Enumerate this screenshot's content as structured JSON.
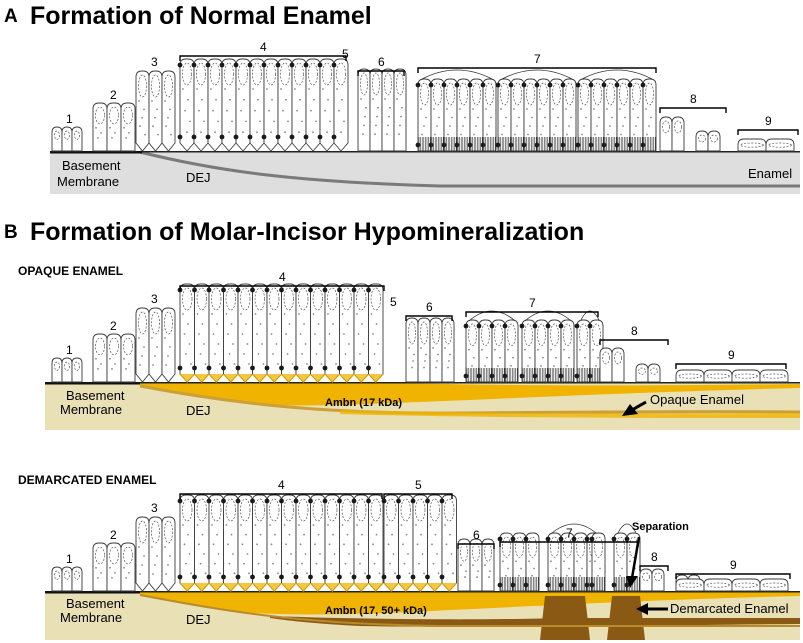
{
  "panels": [
    {
      "letter": "A",
      "title": "Formation of Normal Enamel",
      "stages": [
        "1",
        "2",
        "3",
        "4",
        "5",
        "6",
        "7",
        "8",
        "9"
      ],
      "labels": {
        "basement1": "Basement",
        "basement2": "Membrane",
        "dej": "DEJ",
        "enamel": "Enamel"
      }
    },
    {
      "letter": "B",
      "title": "Formation of Molar-Incisor Hypomineralization",
      "subpanels": [
        {
          "subtitle": "OPAQUE ENAMEL",
          "stages": [
            "1",
            "2",
            "3",
            "4",
            "5",
            "6",
            "7",
            "8",
            "9"
          ],
          "labels": {
            "basement1": "Basement",
            "basement2": "Membrane",
            "dej": "DEJ",
            "protein": "Ambn (17 kDa)",
            "enamel": "Opaque Enamel"
          }
        },
        {
          "subtitle": "DEMARCATED ENAMEL",
          "stages": [
            "1",
            "2",
            "3",
            "4",
            "5",
            "6",
            "7",
            "8",
            "9"
          ],
          "labels": {
            "basement1": "Basement",
            "basement2": "Membrane",
            "dej": "DEJ",
            "protein": "Ambn (17, 50+ kDa)",
            "enamel": "Demarcated Enamel",
            "separation": "Separation"
          }
        }
      ]
    }
  ],
  "colors": {
    "enamel_gray": "#dcdcdc",
    "enamel_tan": "#e8dfb4",
    "ambn_yellow": "#f0b400",
    "demarcated_brown": "#8a5a14",
    "cell_outline": "#3a3a3a"
  }
}
